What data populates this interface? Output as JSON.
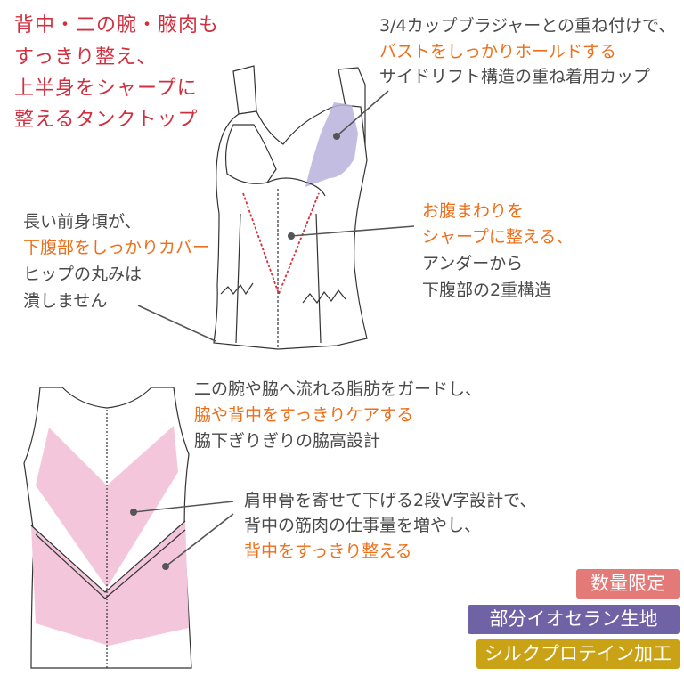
{
  "headline": {
    "lines": [
      "背中・二の腕・腋肉も",
      "すっきり整え、",
      "上半身をシャープに",
      "整えるタンクトップ"
    ],
    "color": "#d12f3f"
  },
  "callouts": {
    "cup": {
      "line1": "3/4カップブラジャーとの重ね付けで、",
      "line2_highlight": "バストをしっかりホールドする",
      "line3": "サイドリフト構造の重ね着用カップ"
    },
    "front_length": {
      "line1": "長い前身頃が、",
      "line2_highlight": "下腹部をしっかりカバー",
      "line3": "ヒップの丸みは",
      "line4": "潰しません"
    },
    "belly": {
      "line1_highlight": "お腹まわりを",
      "line2_highlight": "シャープに整える、",
      "line3": "アンダーから",
      "line4": "下腹部の2重構造"
    },
    "side": {
      "line1": "二の腕や脇へ流れる脂肪をガードし、",
      "line2_highlight": "脇や背中をすっきりケアする",
      "line3": "脇下ぎりぎりの脇高設計"
    },
    "back": {
      "line1": "肩甲骨を寄せて下げる2段V字設計で、",
      "line2": "背中の筋肉の仕事量を増やし、",
      "line3_highlight": "背中をすっきり整える"
    }
  },
  "badges": [
    {
      "label": "数量限定",
      "color": "#e37a78"
    },
    {
      "label": "部分イオセラン生地",
      "color": "#6f63a6"
    },
    {
      "label": "シルクプロテイン加工",
      "color": "#c9a216"
    }
  ],
  "colors": {
    "text_gray": "#4a4a4a",
    "highlight_orange": "#ee6f1a",
    "cup_lavender": "#b9b3dc",
    "back_pink": "#f4c6dc",
    "v_line_red": "#d8323b"
  }
}
